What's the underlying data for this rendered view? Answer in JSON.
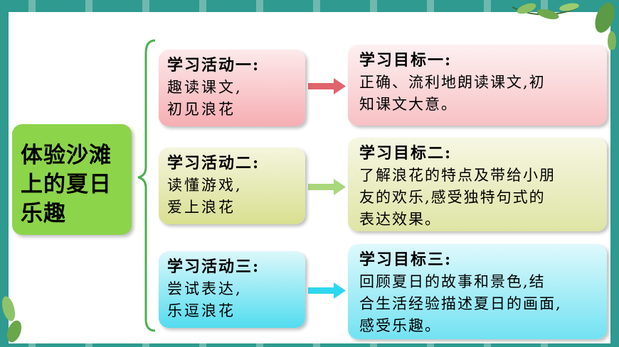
{
  "main": {
    "title": "体验沙滩上的夏日乐趣"
  },
  "activities": [
    {
      "head": "学习活动一:",
      "body": "趣读课文,\n初见浪花",
      "arrow_color": "#e0646b"
    },
    {
      "head": "学习活动二:",
      "body": "读懂游戏,\n爱上浪花",
      "arrow_color": "#aad67c"
    },
    {
      "head": "学习活动三:",
      "body": "尝试表达,\n乐逗浪花",
      "arrow_color": "#2fd7ee"
    }
  ],
  "goals": [
    {
      "head": "学习目标一:",
      "body": "正确、流利地朗读课文,初\n知课文大意。"
    },
    {
      "head": "学习目标二:",
      "body": "了解浪花的特点及带给小朋\n友的欢乐,感受独特句式的\n表达效果。"
    },
    {
      "head": "学习目标三:",
      "body": "回顾夏日的故事和景色,结\n合生活经验描述夏日的画面,\n感受乐趣。"
    }
  ],
  "colors": {
    "frame": "#2f9a8f",
    "main_box": "#8cd44a",
    "bracket": "#4caf50"
  }
}
